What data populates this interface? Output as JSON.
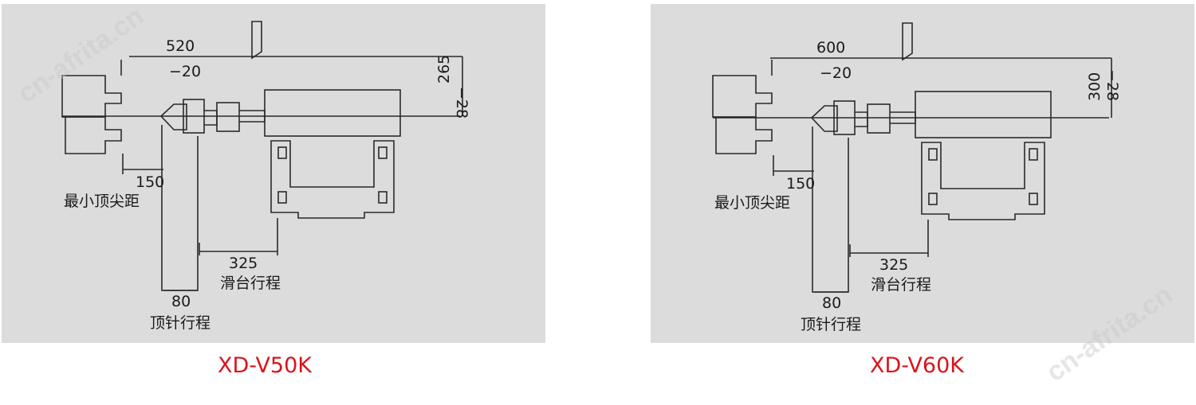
{
  "watermark_text": "cn-afrita.cn",
  "models": [
    {
      "model_name": "XD-V50K",
      "dims": {
        "top_length": "520",
        "top_offset": "−20",
        "height": "265",
        "height_offset": "−28",
        "min_gap": "150",
        "slide_travel": "325",
        "tailstock_travel": "80"
      },
      "labels": {
        "min_gap": "最小顶尖距",
        "slide_travel": "滑台行程",
        "tailstock_travel": "顶针行程"
      }
    },
    {
      "model_name": "XD-V60K",
      "dims": {
        "top_length": "600",
        "top_offset": "−20",
        "height": "300",
        "height_offset": "−28",
        "min_gap": "150",
        "slide_travel": "325",
        "tailstock_travel": "80"
      },
      "labels": {
        "min_gap": "最小顶尖距",
        "slide_travel": "滑台行程",
        "tailstock_travel": "顶针行程"
      }
    }
  ],
  "colors": {
    "panel_bg": "#dcdcdc",
    "line": "#2a2a2a",
    "model_text": "#d8151b"
  }
}
